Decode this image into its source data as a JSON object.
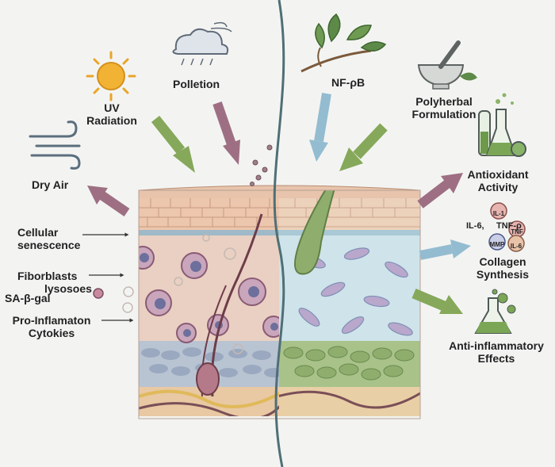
{
  "labels": {
    "uv_line1": "UV",
    "uv_line2": "Radiation",
    "pollution": "Polletion",
    "dry_air": "Dry Air",
    "nfkb": "NF-ρB",
    "polyherbal_line1": "Polyherbal",
    "polyherbal_line2": "Formulation",
    "cellular_line1": "Cellular",
    "cellular_line2": "senescence",
    "fibroblasts": "Fiborblasts",
    "lysosomes": "lysosoes",
    "sa_gal": "SA-β-gal",
    "pro_infl_line1": "Pro-Inflamaton",
    "pro_infl_line2": "Cytokies",
    "antioxidant_line1": "Antioxidant",
    "antioxidant_line2": "Activity",
    "il6": "IL-6,",
    "tnf": "TNF-ρ",
    "collagen_line1": "Collagen",
    "collagen_line2": "Synthesis",
    "anti_infl_line1": "Anti-inflammatory",
    "anti_infl_line2": "Effects",
    "marker_a": "IL-1",
    "marker_b": "TNF",
    "marker_c": "MMP",
    "marker_d": "IL-6"
  },
  "icons": [
    "sun-icon",
    "cloud-rain-icon",
    "wind-icon",
    "leaves-icon",
    "mortar-pestle-icon",
    "lab-flasks-icon",
    "flask-icon"
  ],
  "colors": {
    "background": "#f3f4f2",
    "arrow_green": "#86a85a",
    "arrow_mauve": "#9e6f83",
    "arrow_blue": "#94bcd0",
    "skin_top": "#e8c7ae",
    "dermis_damaged": "#e6cdbf",
    "dermis_healthy": "#cfe3ea",
    "divider": "#4f6f76"
  }
}
